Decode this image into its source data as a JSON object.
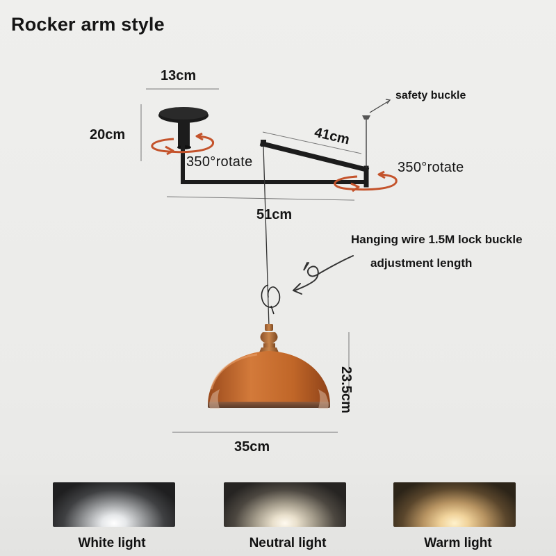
{
  "title": "Rocker arm style",
  "dimensions": {
    "canopy_width": "13cm",
    "canopy_height": "20cm",
    "arm_length": "41cm",
    "arm_drop": "51cm",
    "shade_height": "23.5cm",
    "shade_width": "35cm"
  },
  "rotation_labels": [
    "350°rotate",
    "350°rotate"
  ],
  "annotations": {
    "safety_buckle": "safety buckle",
    "wire_line1": "Hanging wire 1.5M lock buckle",
    "wire_line2": "adjustment length"
  },
  "light_options": [
    {
      "label": "White light",
      "tone": "#f4f6f8"
    },
    {
      "label": "Neutral light",
      "tone": "#f1ead8"
    },
    {
      "label": "Warm light",
      "tone": "#f0d29a"
    }
  ],
  "colors": {
    "shade": "#c06628",
    "arm": "#1c1c1c",
    "rotation_arrow": "#c4532b",
    "wood": "#b8743e"
  },
  "icons": [
    "rotate-arrow-icon",
    "hand-drawn-arrow-icon"
  ]
}
